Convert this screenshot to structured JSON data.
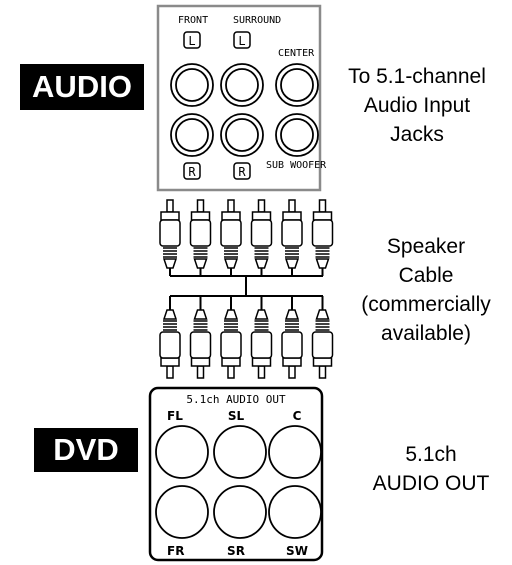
{
  "audio_panel": {
    "tag": "AUDIO",
    "labels": {
      "front": "FRONT",
      "surround": "SURROUND",
      "center": "CENTER",
      "sub_woofer": "SUB WOOFER",
      "left_marker": "L",
      "right_marker": "R"
    },
    "description": [
      "To 5.1-channel",
      "Audio Input",
      "Jacks"
    ]
  },
  "cable": {
    "description": [
      "Speaker",
      "Cable",
      "(commercially",
      "available)"
    ],
    "plug_count": 6
  },
  "dvd_panel": {
    "tag": "DVD",
    "title": "5.1ch AUDIO OUT",
    "labels": {
      "fl": "FL",
      "sl": "SL",
      "c": "C",
      "fr": "FR",
      "sr": "SR",
      "sw": "SW"
    },
    "description": [
      "5.1ch",
      "AUDIO OUT"
    ]
  }
}
